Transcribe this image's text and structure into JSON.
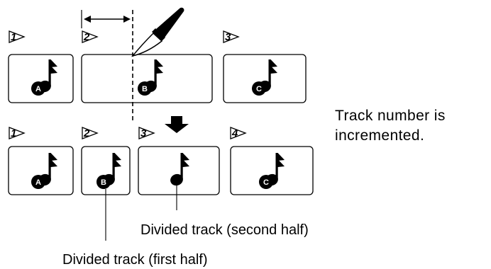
{
  "top_row": {
    "tracks": [
      {
        "number": "1",
        "letter": "A"
      },
      {
        "number": "2",
        "letter": "B"
      },
      {
        "number": "3",
        "letter": "C"
      }
    ]
  },
  "bottom_row": {
    "tracks": [
      {
        "number": "1",
        "letter": "A"
      },
      {
        "number": "2",
        "letter": "B"
      },
      {
        "number": "3",
        "letter": ""
      },
      {
        "number": "4",
        "letter": "C"
      }
    ]
  },
  "note": {
    "line1": "Track number is",
    "line2": "incremented."
  },
  "captions": {
    "second_half": "Divided track (second half)",
    "first_half": "Divided track (first half)"
  },
  "colors": {
    "line": "#000000",
    "fill": "#ffffff"
  }
}
